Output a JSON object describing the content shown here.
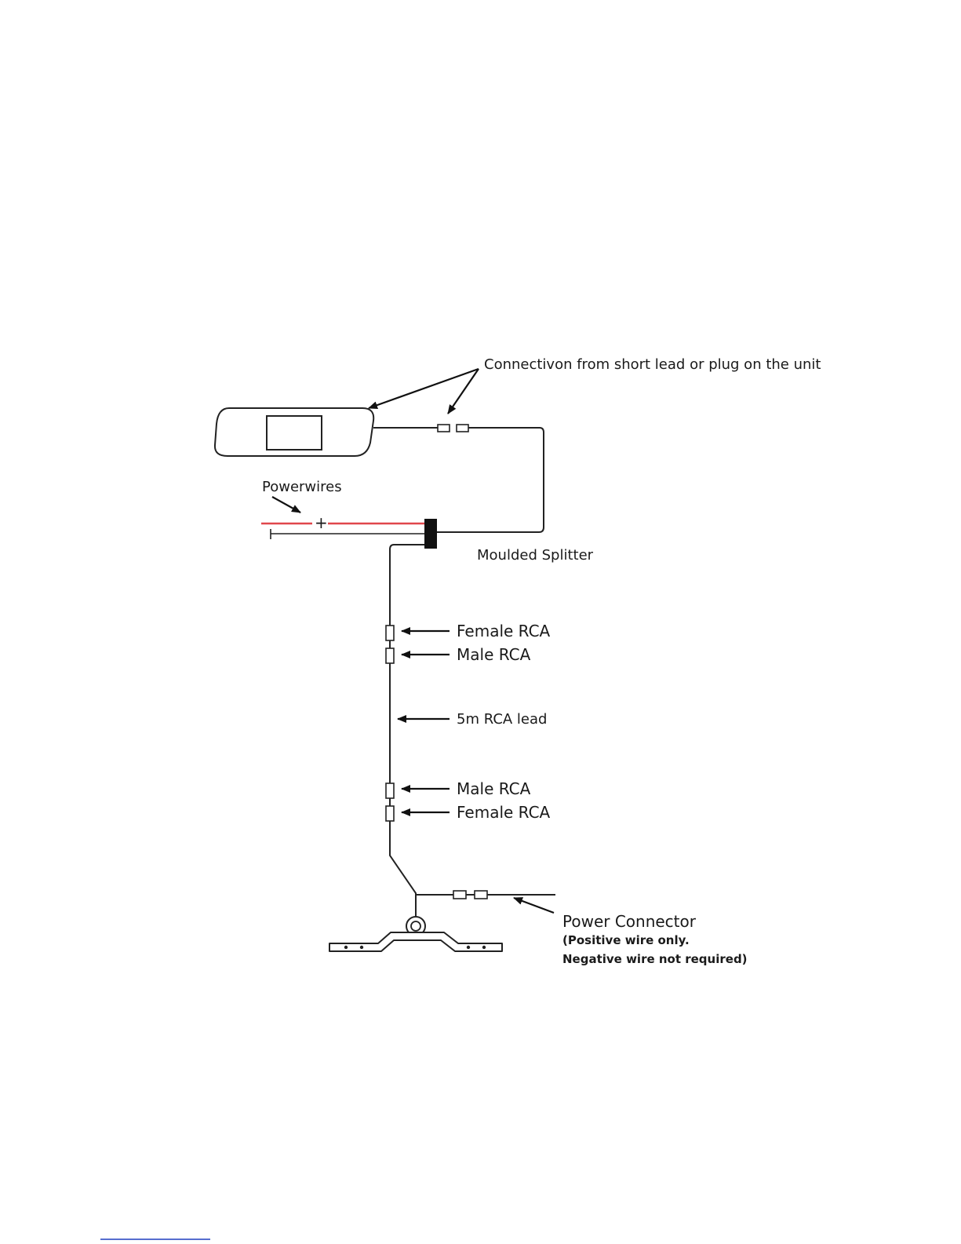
{
  "diagram": {
    "labels": {
      "connection": "Connectivon from short lead or plug on the unit",
      "powerwires": "Powerwires",
      "plus": "+",
      "splitter": "Moulded Splitter",
      "female_rca_top": "Female RCA",
      "male_rca_top": "Male RCA",
      "rca_lead": "5m RCA lead",
      "male_rca_bottom": "Male RCA",
      "female_rca_bottom": "Female RCA",
      "power_connector": "Power Connector",
      "power_note_1": "(Positive wire only.",
      "power_note_2": "Negative wire not required)"
    },
    "colors": {
      "positive_wire": "#e0474c",
      "wire": "#222222",
      "footer_line": "#1f3fbf"
    },
    "icons": {
      "monitor": "rear-view-mirror-monitor-icon",
      "camera": "number-plate-camera-icon",
      "splitter": "moulded-splitter-icon"
    }
  }
}
